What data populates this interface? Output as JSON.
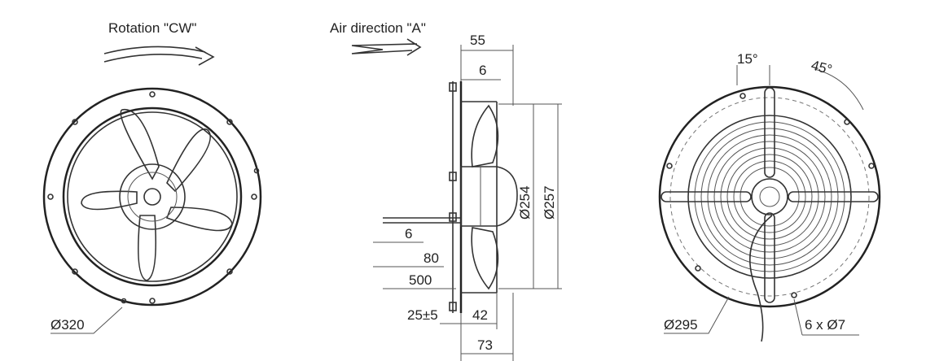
{
  "labels": {
    "rotation": "Rotation \"CW\"",
    "air_direction": "Air direction \"A\""
  },
  "dimensions": {
    "front_outer_diameter": "Ø320",
    "side_width_top": "55",
    "side_flange": "6",
    "blade_diameter": "Ø254",
    "ring_diameter": "Ø257",
    "cable_offset": "6",
    "cable_dim_80": "80",
    "cable_length": "500",
    "mount_tolerance": "25±5",
    "depth_42": "42",
    "depth_73": "73",
    "angle_15": "15°",
    "angle_45": "45°",
    "bolt_circle": "Ø295",
    "holes": "6 x Ø7"
  }
}
